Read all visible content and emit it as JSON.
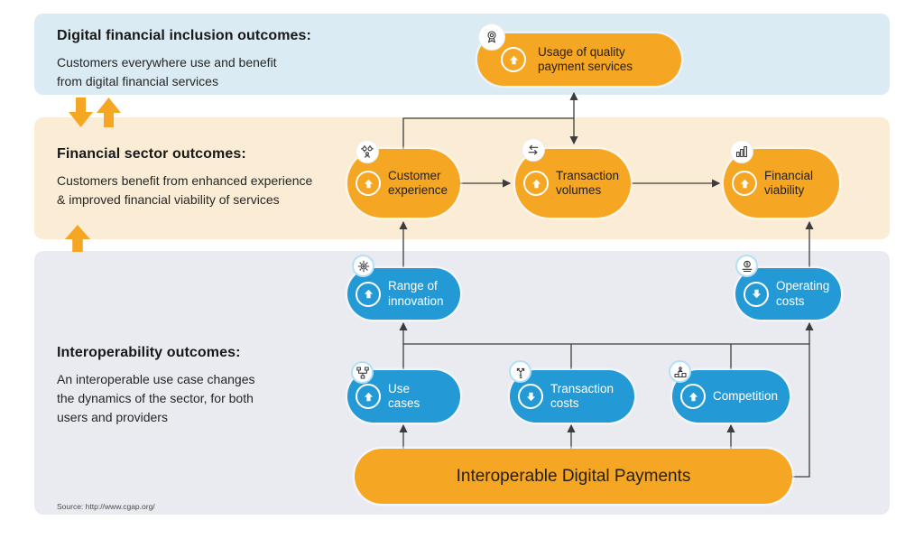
{
  "colors": {
    "page_bg": "#FFFFFF",
    "orange": "#F5A623",
    "blue": "#2399D6",
    "band_inclusion_bg": "#DAEBF4",
    "band_financial_bg": "#FBEDD5",
    "band_interop_bg": "#E9EBF1",
    "connector": "#3C3C3C"
  },
  "bands": {
    "inclusion": {
      "title": "Digital financial inclusion outcomes:",
      "body": "Customers everywhere use and benefit\nfrom digital financial services"
    },
    "financial": {
      "title": "Financial sector outcomes:",
      "body": "Customers benefit from enhanced experience\n& improved financial viability of services"
    },
    "interoperability": {
      "title": "Interoperability outcomes:",
      "body": "An interoperable use case changes\nthe dynamics of the sector, for both\nusers and providers"
    }
  },
  "nodes": {
    "usage": {
      "label": "Usage of quality\npayment services",
      "trend": "up",
      "icon": "medal-icon"
    },
    "customer_experience": {
      "label": "Customer\nexperience",
      "trend": "up",
      "icon": "people-gears-icon"
    },
    "transaction_volumes": {
      "label": "Transaction\nvolumes",
      "trend": "up",
      "icon": "swap-arrows-icon"
    },
    "financial_viability": {
      "label": "Financial\nviability",
      "trend": "up",
      "icon": "bar-chart-icon"
    },
    "range_of_innovation": {
      "label": "Range of\ninnovation",
      "trend": "up",
      "icon": "gear-tools-icon"
    },
    "operating_costs": {
      "label": "Operating\ncosts",
      "trend": "down",
      "icon": "money-icon"
    },
    "use_cases": {
      "label": "Use\ncases",
      "trend": "up",
      "icon": "flow-network-icon"
    },
    "transaction_costs": {
      "label": "Transaction\ncosts",
      "trend": "down",
      "icon": "split-dollar-icon"
    },
    "competition": {
      "label": "Competition",
      "trend": "up",
      "icon": "podium-icon"
    }
  },
  "foundation": {
    "label": "Interoperable Digital Payments"
  },
  "source": {
    "text": "Source: http://www.cgap.org/"
  }
}
